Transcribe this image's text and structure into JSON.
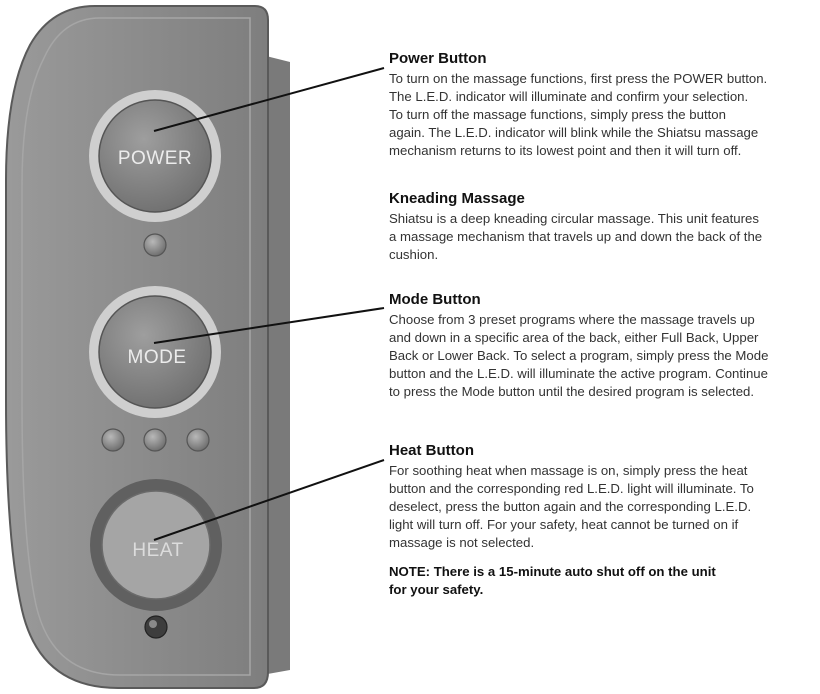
{
  "remote": {
    "power_label": "POWER",
    "mode_label": "MODE",
    "heat_label": "HEAT"
  },
  "sections": {
    "power": {
      "title": "Power Button",
      "lines": [
        "To turn on the massage functions, first press the POWER button.",
        "The L.E.D. indicator will illuminate and confirm your selection.",
        "To turn off the massage functions, simply press the button",
        "again. The L.E.D. indicator will blink while the Shiatsu massage",
        "mechanism returns to its lowest point and then it will turn off."
      ]
    },
    "kneading": {
      "title": "Kneading Massage",
      "lines": [
        "Shiatsu is a deep kneading circular massage. This unit features",
        "a massage mechanism that travels up and down the back of the",
        "cushion."
      ]
    },
    "mode": {
      "title": "Mode Button",
      "lines": [
        "Choose from 3 preset programs where the massage travels up",
        "and down in a specific area of the back, either Full Back, Upper",
        "Back or Lower Back. To select a program, simply press the Mode",
        "button and the L.E.D. will illuminate the active program. Continue",
        "to press the Mode button until the desired program is selected."
      ]
    },
    "heat": {
      "title": "Heat Button",
      "lines": [
        "For soothing heat when massage is on, simply press the heat",
        "button and the corresponding red L.E.D. light will illuminate. To",
        "deselect, press the button again and the corresponding L.E.D.",
        "light will turn off. For your safety, heat cannot be turned on if",
        "massage is not selected."
      ]
    }
  },
  "note": {
    "lines": [
      "NOTE:  There is a 15-minute auto shut off on the unit",
      "for your safety."
    ]
  }
}
